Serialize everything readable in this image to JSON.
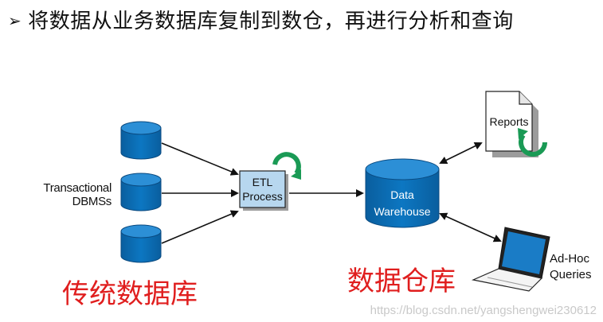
{
  "header": {
    "bullet": "➢",
    "title": "将数据从业务数据库复制到数仓，再进行分析和查询"
  },
  "diagram": {
    "source_label_line1": "Transactional",
    "source_label_line2": "DBMSs",
    "etl_line1": "ETL",
    "etl_line2": "Process",
    "dw_line1": "Data",
    "dw_line2": "Warehouse",
    "reports_label": "Reports",
    "adhoc_line1": "Ad-Hoc",
    "adhoc_line2": "Queries"
  },
  "captions": {
    "left": "传统数据库",
    "right": "数据仓库"
  },
  "watermark": "https://blog.csdn.net/yangshengwei230612",
  "colors": {
    "db_blue": "#0a6fb5",
    "etl_fill": "#b7d7ef",
    "cycle_green": "#1a9a55",
    "caption_red": "#e01e1e"
  }
}
